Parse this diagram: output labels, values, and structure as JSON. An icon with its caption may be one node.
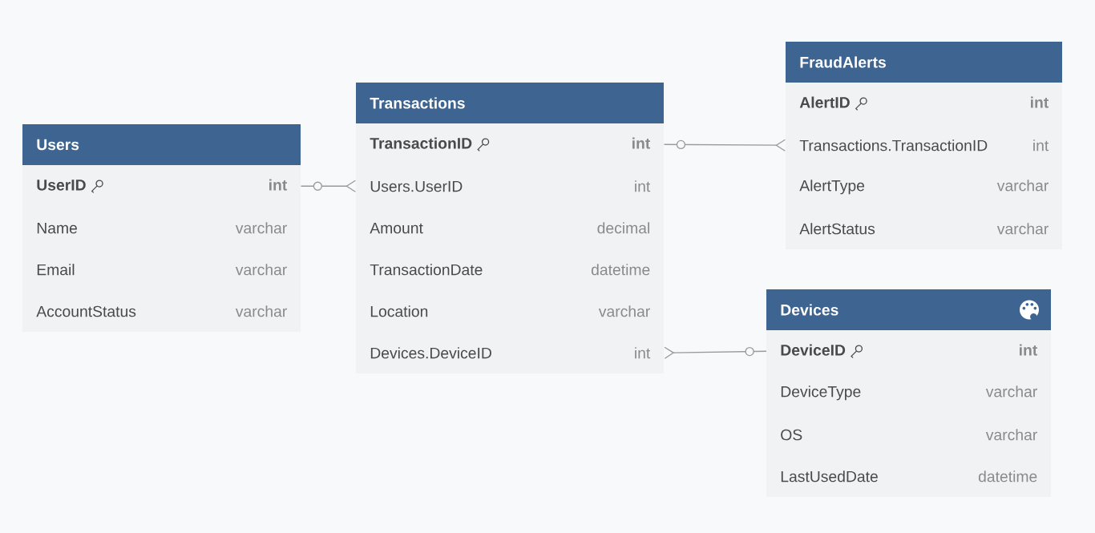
{
  "diagram": {
    "nodes": [
      {
        "text": [
          "Users"
        ]
      },
      {
        "text": [
          "UserID",
          "int"
        ],
        "in": 0
      },
      {
        "text": [
          "Name",
          "varchar"
        ],
        "in": 0
      },
      {
        "text": [
          "Email",
          "varchar"
        ],
        "in": 0
      },
      {
        "text": [
          "AccountStatus",
          "varchar"
        ],
        "in": 0
      },
      {
        "text": [
          "Transactions"
        ]
      },
      {
        "text": [
          "TransactionID",
          "int"
        ],
        "in": 5
      },
      {
        "text": [
          "Users.UserID",
          "int"
        ],
        "in": 5
      },
      {
        "text": [
          "Amount",
          "decimal"
        ],
        "in": 5
      },
      {
        "text": [
          "TransactionDate",
          "datetime"
        ],
        "in": 5
      },
      {
        "text": [
          "Location",
          "varchar"
        ],
        "in": 5
      },
      {
        "text": [
          "Devices.DeviceID",
          "int"
        ],
        "in": 5
      },
      {
        "text": [
          "FraudAlerts"
        ]
      },
      {
        "text": [
          "AlertID",
          "int"
        ],
        "in": 12
      },
      {
        "text": [
          "Transactions.TransactionID",
          "int"
        ],
        "in": 12
      },
      {
        "text": [
          "AlertType",
          "varchar"
        ],
        "in": 12
      },
      {
        "text": [
          "AlertStatus",
          "varchar"
        ],
        "in": 12
      },
      {
        "text": [
          "Devices"
        ]
      },
      {
        "text": [
          "DeviceID",
          "int"
        ],
        "in": 17
      },
      {
        "text": [
          "DeviceType",
          "varchar"
        ],
        "in": 17
      },
      {
        "text": [
          "OS",
          "varchar"
        ],
        "in": 17
      },
      {
        "text": [
          "LastUsedDate",
          "datetime"
        ],
        "in": 17
      }
    ],
    "edges": [
      {
        "from": 1,
        "to": 7,
        "arrow": "other"
      },
      {
        "from": 6,
        "to": 14,
        "arrow": "other"
      },
      {
        "from": 18,
        "to": 11,
        "arrow": "other"
      }
    ]
  }
}
